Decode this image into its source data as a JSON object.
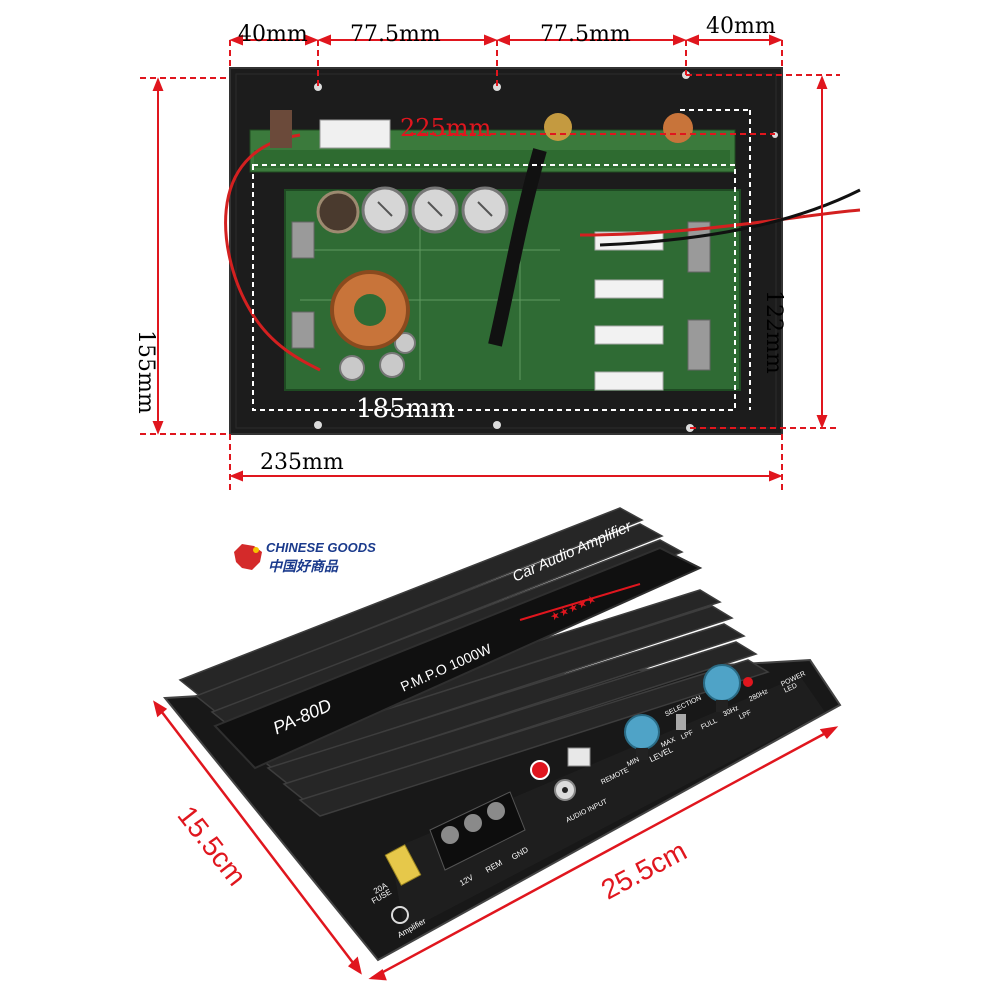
{
  "top_board": {
    "dims": {
      "seg1": "40mm",
      "seg2": "77.5mm",
      "seg3": "77.5mm",
      "seg4": "40mm",
      "inner_width": "225mm",
      "height": "155mm",
      "inner_height": "122mm",
      "pcb_width": "185mm",
      "total_width": "235mm"
    }
  },
  "bottom_board": {
    "logo": {
      "en": "CHINESE GOODS",
      "cn": "中国好商品"
    },
    "heatsink_title": "Car Audio Amplifier",
    "stars": "★★★★★",
    "power": "P.M.P.O 1000W",
    "model": "PA-80D",
    "panel": {
      "level": "LEVEL",
      "min": "MIN",
      "max": "MAX",
      "selection": "SELECTION",
      "lpf": "LPF",
      "full": "FULL",
      "hz30": "30Hz",
      "hz280": "280Hz",
      "lpf2": "LPF",
      "power_led": "POWER\nLED",
      "remote": "REMOTE",
      "audio_input": "AUDIO INPUT",
      "fuse_amp": "20A",
      "fuse": "FUSE",
      "v12": "12V",
      "rem": "REM",
      "gnd": "GND",
      "amplifier": "Amplifier"
    },
    "dims": {
      "height": "15.5cm",
      "width": "25.5cm"
    }
  },
  "colors": {
    "dim_line": "#e0161e",
    "plate": "#1c1c1c",
    "pcb": "#2f6b34",
    "logo": "#1a3a8c"
  }
}
